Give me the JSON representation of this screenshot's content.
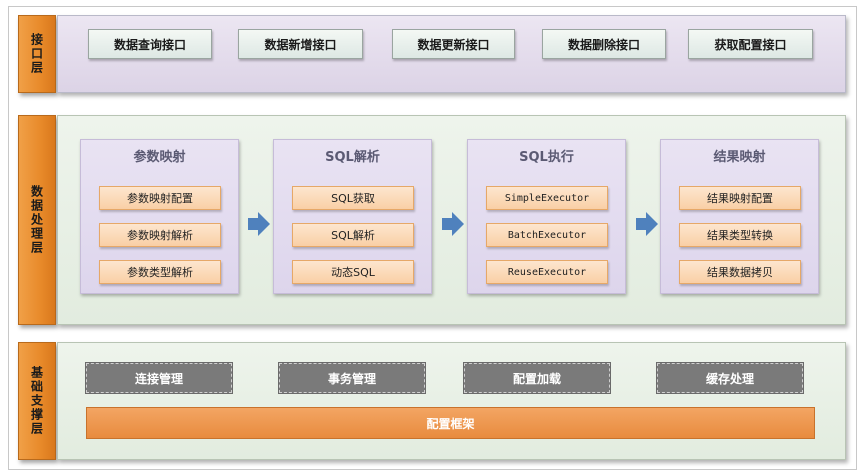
{
  "layers": {
    "interface": {
      "label": "接口层",
      "items": [
        "数据查询接口",
        "数据新增接口",
        "数据更新接口",
        "数据删除接口",
        "获取配置接口"
      ]
    },
    "processing": {
      "label": "数据处理层",
      "groups": [
        {
          "title": "参数映射",
          "items": [
            "参数映射配置",
            "参数映射解析",
            "参数类型解析"
          ]
        },
        {
          "title": "SQL解析",
          "items": [
            "SQL获取",
            "SQL解析",
            "动态SQL"
          ]
        },
        {
          "title": "SQL执行",
          "items": [
            "SimpleExecutor",
            "BatchExecutor",
            "ReuseExecutor"
          ]
        },
        {
          "title": "结果映射",
          "items": [
            "结果映射配置",
            "结果类型转换",
            "结果数据拷贝"
          ]
        }
      ]
    },
    "foundation": {
      "label": "基础支撑层",
      "items": [
        "连接管理",
        "事务管理",
        "配置加载",
        "缓存处理"
      ],
      "framework": "配置框架"
    }
  },
  "colors": {
    "layer_label": "#e88a2a",
    "arrow": "#4f81bd",
    "framework": "#e88b3e",
    "base_item": "#7a7a7a"
  }
}
